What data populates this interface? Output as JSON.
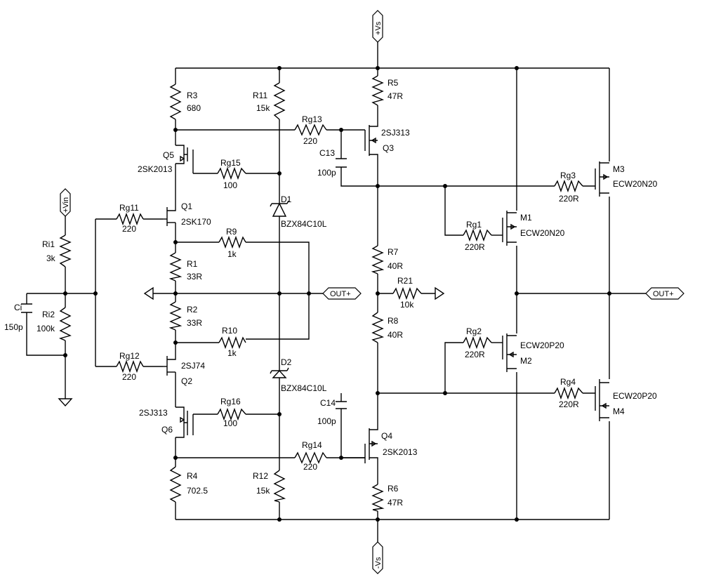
{
  "nodes": {
    "vs_pos": "+Vs",
    "vs_neg": "-Vs",
    "vin": "+Vin",
    "out_mid": "OUT+",
    "out_right": "OUT+"
  },
  "components": {
    "R3": {
      "ref": "R3",
      "value": "680"
    },
    "R11": {
      "ref": "R11",
      "value": "15k"
    },
    "R5": {
      "ref": "R5",
      "value": "47R"
    },
    "Rg13": {
      "ref": "Rg13",
      "value": "220"
    },
    "Q3": {
      "ref": "Q3",
      "part": "2SJ313"
    },
    "C13": {
      "ref": "C13",
      "value": "100p"
    },
    "Q5": {
      "ref": "Q5",
      "part": "2SK2013"
    },
    "Rg15": {
      "ref": "Rg15",
      "value": "100"
    },
    "D1": {
      "ref": "D1",
      "part": "BZX84C10L"
    },
    "Rg11": {
      "ref": "Rg11",
      "value": "220"
    },
    "Q1": {
      "ref": "Q1",
      "part": "2SK170"
    },
    "R9": {
      "ref": "R9",
      "value": "1k"
    },
    "R1": {
      "ref": "R1",
      "value": "33R"
    },
    "R2": {
      "ref": "R2",
      "value": "33R"
    },
    "R10": {
      "ref": "R10",
      "value": "1k"
    },
    "Ri1": {
      "ref": "Ri1",
      "value": "3k"
    },
    "Ri2": {
      "ref": "Ri2",
      "value": "100k"
    },
    "Ci": {
      "ref": "Ci",
      "value": "150p"
    },
    "Rg12": {
      "ref": "Rg12",
      "value": "220"
    },
    "Q2": {
      "ref": "Q2",
      "part": "2SJ74"
    },
    "D2": {
      "ref": "D2",
      "part": "BZX84C10L"
    },
    "Q6": {
      "ref": "Q6",
      "part": "2SJ313"
    },
    "Rg16": {
      "ref": "Rg16",
      "value": "100"
    },
    "R4": {
      "ref": "R4",
      "value": "702.5"
    },
    "R12": {
      "ref": "R12",
      "value": "15k"
    },
    "R7": {
      "ref": "R7",
      "value": "40R"
    },
    "R21": {
      "ref": "R21",
      "value": "10k"
    },
    "R8": {
      "ref": "R8",
      "value": "40R"
    },
    "C14": {
      "ref": "C14",
      "value": "100p"
    },
    "Rg14": {
      "ref": "Rg14",
      "value": "220"
    },
    "Q4": {
      "ref": "Q4",
      "part": "2SK2013"
    },
    "R6": {
      "ref": "R6",
      "value": "47R"
    },
    "Rg3": {
      "ref": "Rg3",
      "value": "220R"
    },
    "M3": {
      "ref": "M3",
      "part": "ECW20N20"
    },
    "Rg1": {
      "ref": "Rg1",
      "value": "220R"
    },
    "M1": {
      "ref": "M1",
      "part": "ECW20N20"
    },
    "Rg2": {
      "ref": "Rg2",
      "value": "220R"
    },
    "M2": {
      "ref": "M2",
      "part": "ECW20P20"
    },
    "Rg4": {
      "ref": "Rg4",
      "value": "220R"
    },
    "M4": {
      "ref": "M4",
      "part": "ECW20P20"
    }
  }
}
